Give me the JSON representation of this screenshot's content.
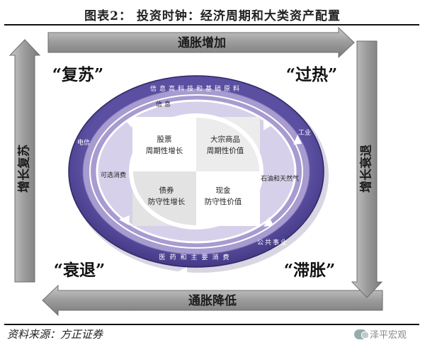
{
  "figure": {
    "title": "图表2：  投资时钟：经济周期和大类资产配置",
    "source": "资料来源：方正证券",
    "watermark": "泽平宏观"
  },
  "arrows": {
    "top": "通胀增加",
    "bottom": "通胀降低",
    "left": "增长复苏",
    "right": "增长衰退"
  },
  "phases": {
    "recovery": "“复苏”",
    "overheat": "“过热”",
    "recession": "“衰退”",
    "stagflation": "“滞胀”"
  },
  "quadrants": {
    "top_left": [
      "股票",
      "周期性增长"
    ],
    "top_right": [
      "大宗商品",
      "周期性价值"
    ],
    "bottom_left": [
      "债券",
      "防守性增长"
    ],
    "bottom_right": [
      "现金",
      "防守性价值"
    ]
  },
  "ring_outer": {
    "top": "信息高科技和基础原料",
    "right": "工业",
    "bottom": "医药和主要消费",
    "bottom_right": "公共事业",
    "left": "电信"
  },
  "ring_inner": {
    "top": "信息",
    "right": "石油和天然气",
    "left": "可选消费"
  },
  "colors": {
    "ring_dark": "#4a3f8c",
    "ring_mid": "#a79bd0",
    "ring_light": "#d6d0ea",
    "arrow_gray": "#9a9a9a",
    "arrow_edge": "#6e6e6e"
  }
}
